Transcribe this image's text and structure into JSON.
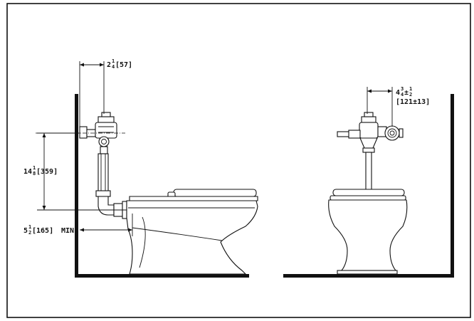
{
  "colors": {
    "ink": "#111111",
    "paper": "#ffffff"
  },
  "dimensions": {
    "flush_valve_offset": {
      "whole": "2",
      "frac_num": "1",
      "frac_den": "4",
      "metric": "[57]"
    },
    "valve_height": {
      "whole": "14",
      "frac_num": "1",
      "frac_den": "8",
      "metric": "[359]"
    },
    "spud_clearance": {
      "whole": "5",
      "frac_num": "1",
      "frac_den": "2",
      "metric": "[165]",
      "suffix": "MIN."
    },
    "valve_center": {
      "whole": "4",
      "frac_num": "3",
      "frac_den": "4",
      "tol": "±",
      "tol_num": "1",
      "tol_den": "2",
      "metric": "[121±13]"
    }
  }
}
